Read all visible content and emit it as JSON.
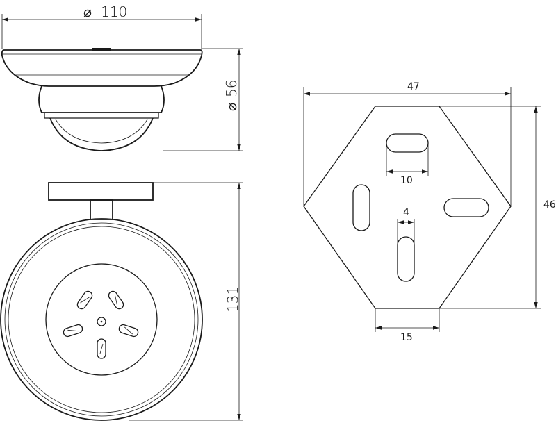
{
  "dimensions": {
    "dish_diameter": "110",
    "base_diameter": "56",
    "total_depth": "131",
    "plate_width": "47",
    "plate_height": "46",
    "slot_width": "10",
    "slot_thickness": "4",
    "bottom_edge": "15"
  },
  "symbols": {
    "diameter": "⌀"
  }
}
